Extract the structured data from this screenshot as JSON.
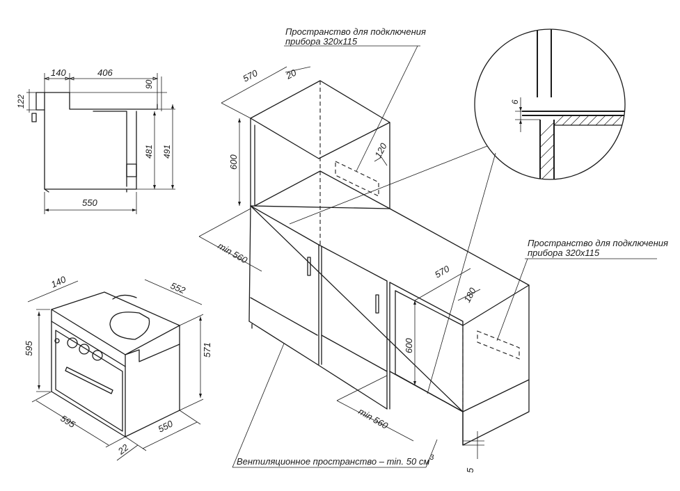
{
  "labels": {
    "conn_top_line1": "Пространство для подключения",
    "conn_top_line2": "прибора 320х115",
    "conn_right_line1": "Пространство для подключения",
    "conn_right_line2": "прибора 320х115",
    "ventilation": "Вентиляционное пространство – min. 50 см",
    "ventilation_sup": "3"
  },
  "dimensions": {
    "side_140": "140",
    "side_406": "406",
    "side_90": "90",
    "side_122": "122",
    "side_481": "481",
    "side_491": "491",
    "side_550": "550",
    "iso_140": "140",
    "iso_552": "552",
    "iso_595_h": "595",
    "iso_571": "571",
    "iso_595_w": "595",
    "iso_550": "550",
    "iso_22": "22",
    "cab_570_top": "570",
    "cab_20": "20",
    "cab_600_top": "600",
    "cab_120": "120",
    "cab_min560_top": "min 560",
    "cab_570_right": "570",
    "cab_180": "180",
    "cab_600_right": "600",
    "cab_min560_bottom": "min 560",
    "cab_5": "5",
    "detail_6": "6"
  }
}
